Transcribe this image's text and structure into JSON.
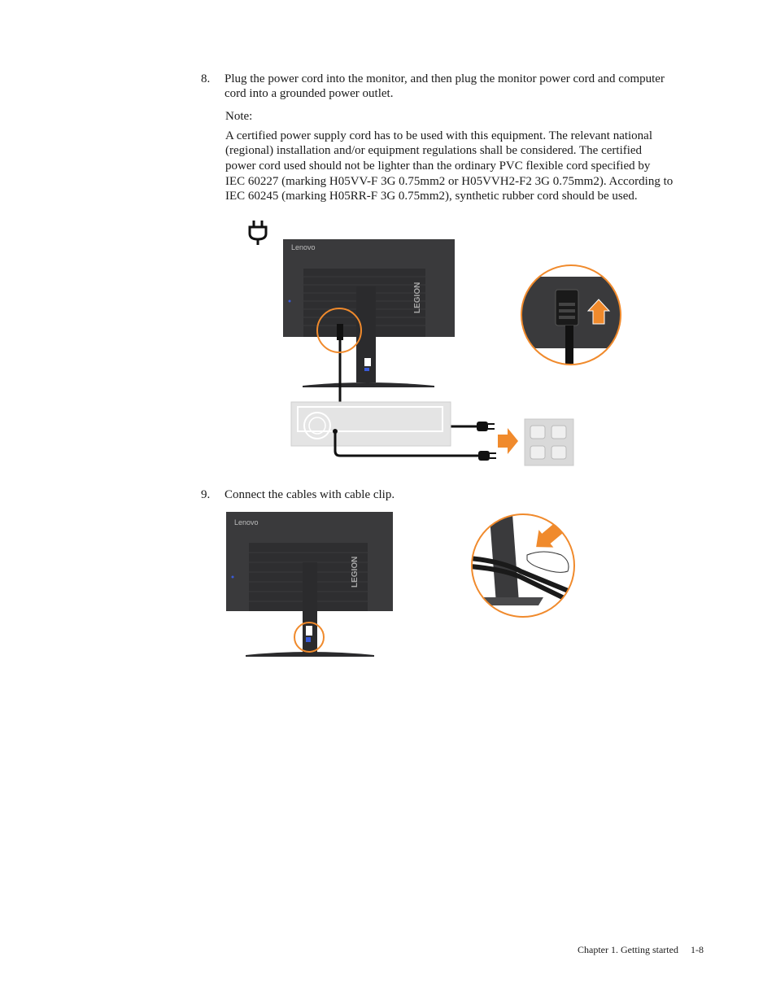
{
  "steps": [
    {
      "number": "8.",
      "lines": [
        "Plug the power cord into the monitor, and then plug the monitor power cord and computer",
        "cord into a grounded power outlet."
      ],
      "note_label": "Note:",
      "note_lines": [
        "A certified power supply cord has to be used with this equipment. The relevant national",
        "(regional) installation and/or equipment regulations shall be considered. The certified",
        "power cord used should not be lighter than the ordinary PVC flexible cord specified by",
        "IEC 60227 (marking H05VV-F 3G 0.75mm2 or H05VVH2-F2 3G 0.75mm2). According to",
        "IEC 60245 (marking H05RR-F 3G 0.75mm2), synthetic rubber cord should be used."
      ]
    },
    {
      "number": "9.",
      "lines": [
        "Connect the cables with cable clip."
      ]
    }
  ],
  "illustrations": {
    "monitor_brand": "Lenovo",
    "monitor_series": "LEGION",
    "icons": [
      "power-plug-icon",
      "arrow-up-icon",
      "arrow-right-icon"
    ],
    "colors": {
      "accent": "#f08a2c",
      "monitor": "#3a3a3c",
      "stand": "#2b2b2d",
      "outlet": "#d9d9d9"
    }
  },
  "footer": {
    "chapter": "Chapter 1. Getting started",
    "page": "1-8"
  }
}
